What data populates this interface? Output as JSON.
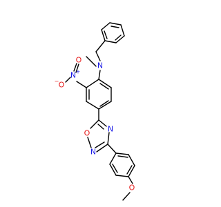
{
  "molecule": {
    "atoms": {
      "amine_n": {
        "label": "N",
        "color": "#1a1ae6"
      },
      "methyl_label": {
        "label": ""
      },
      "nitro_n": {
        "label": "N",
        "charge": "+",
        "color": "#1a1ae6"
      },
      "nitro_o_minus": {
        "label": "O",
        "charge": "−",
        "color": "#e61a1a"
      },
      "nitro_o_double": {
        "label": "O",
        "color": "#e61a1a"
      },
      "ring_o": {
        "label": "O",
        "color": "#e61a1a"
      },
      "ring_n_top": {
        "label": "N",
        "color": "#1a1ae6"
      },
      "ring_n_bottom": {
        "label": "N",
        "color": "#1a1ae6"
      },
      "methoxy_o": {
        "label": "O",
        "color": "#e61a1a"
      }
    }
  }
}
